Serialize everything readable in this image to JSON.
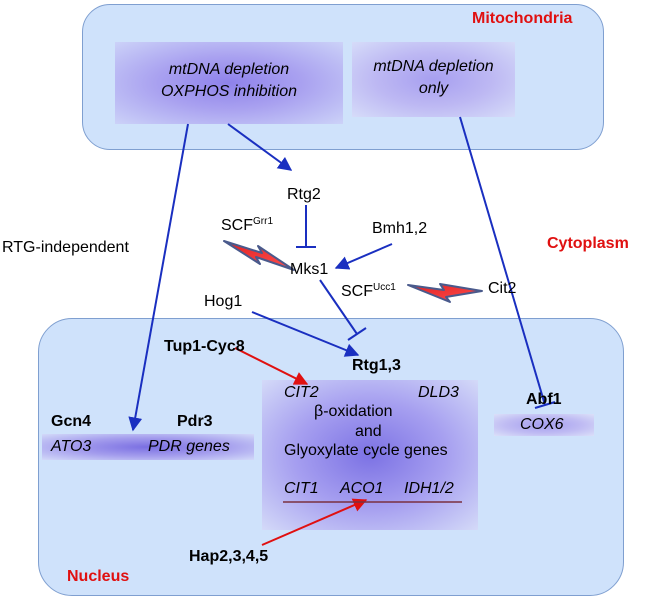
{
  "compartments": {
    "mitochondria": "Mitochondria",
    "cytoplasm": "Cytoplasm",
    "nucleus": "Nucleus"
  },
  "mito_boxes": {
    "left_line1": "mtDNA depletion",
    "left_line2": "OXPHOS inhibition",
    "right_line1": "mtDNA depletion",
    "right_line2": "only"
  },
  "cyto": {
    "rtg2": "Rtg2",
    "scf_grr1_base": "SCF",
    "scf_grr1_sup": "Grr1",
    "bmh": "Bmh1,2",
    "mks1": "Mks1",
    "scf_ucc1_base": "SCF",
    "scf_ucc1_sup": "Ucc1",
    "cit2": "Cit2",
    "hog1": "Hog1",
    "rtg_independent": "RTG-independent"
  },
  "nucleus": {
    "tup1": "Tup1-Cyc8",
    "rtg13": "Rtg1,3",
    "abf1": "Abf1",
    "cox6": "COX6",
    "gcn4": "Gcn4",
    "pdr3": "Pdr3",
    "ato3": "ATO3",
    "pdr_genes": "PDR genes",
    "cit2_gene": "CIT2",
    "dld3": "DLD3",
    "beta_ox": "β-oxidation",
    "and": "and",
    "glyox": "Glyoxylate cycle genes",
    "cit1": "CIT1",
    "aco1": "ACO1",
    "idh": "IDH1/2",
    "hap": "Hap2,3,4,5"
  },
  "colors": {
    "compartment_fill": "#cfe2fb",
    "arrow_blue": "#1a2fc0",
    "arrow_red": "#e01010",
    "label_red": "#e01010"
  }
}
